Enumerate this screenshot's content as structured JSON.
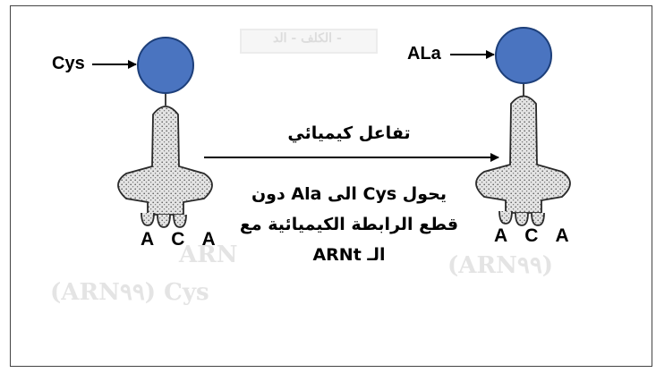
{
  "colors": {
    "amino_acid_fill": "#4a74c0",
    "amino_acid_stroke": "#1d3f7a",
    "trna_fill": "#d9d9d9",
    "trna_stroke": "#2a2a2a",
    "arrow": "#000000",
    "frame": "#444444"
  },
  "left_trna": {
    "amino_acid_label": "Cys",
    "anticodon": "A C A"
  },
  "right_trna": {
    "amino_acid_label": "ALa",
    "anticodon": "A C A"
  },
  "reaction": {
    "title": "تفاعل كيميائي",
    "description": [
      "يحول Cys الى Ala دون",
      "قطع الرابطة الكيميائية مع",
      "الـ ARNt"
    ]
  },
  "background_bleed": {
    "box_text": "الكلف - الد -",
    "line1": "ARN",
    "line2": "(ARN٩٩)",
    "line3": "(ARN٩٩)   Cys"
  }
}
